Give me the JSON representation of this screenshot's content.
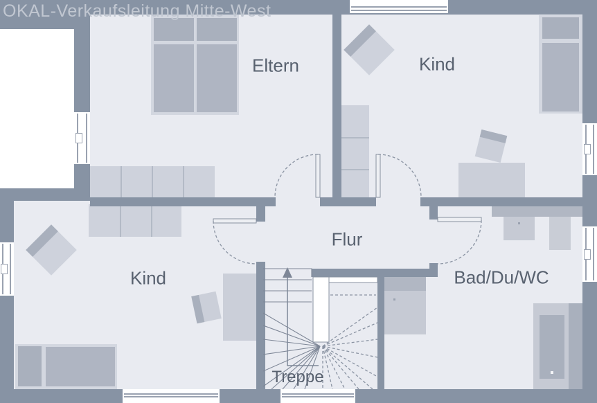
{
  "watermark": "OKAL-Verkaufsleitung Mitte-West",
  "rooms": {
    "eltern": {
      "label": "Eltern"
    },
    "kind_top": {
      "label": "Kind"
    },
    "kind_bottom": {
      "label": "Kind"
    },
    "flur": {
      "label": "Flur"
    },
    "bad": {
      "label": "Bad/Du/WC"
    },
    "treppe": {
      "label": "Treppe"
    }
  },
  "colors": {
    "wall": "#8793A4",
    "floor": "#E9EBF1",
    "outside": "#FFFFFF",
    "flight": "#D3D7E0",
    "fmid": "#CBCFD9",
    "fdark": "#A9B0BD",
    "mattress": "#AFB5C2",
    "ward": "#CED2DC",
    "wdiv": "#B3BAC6",
    "fixture": "#C6CAD4",
    "fixdark": "#B1B7C3",
    "line": "#7E8797",
    "dash": "#8A93A2",
    "label": "#58616F",
    "wmark": "#C1C7D1",
    "wframe": "#9AA2B0"
  }
}
